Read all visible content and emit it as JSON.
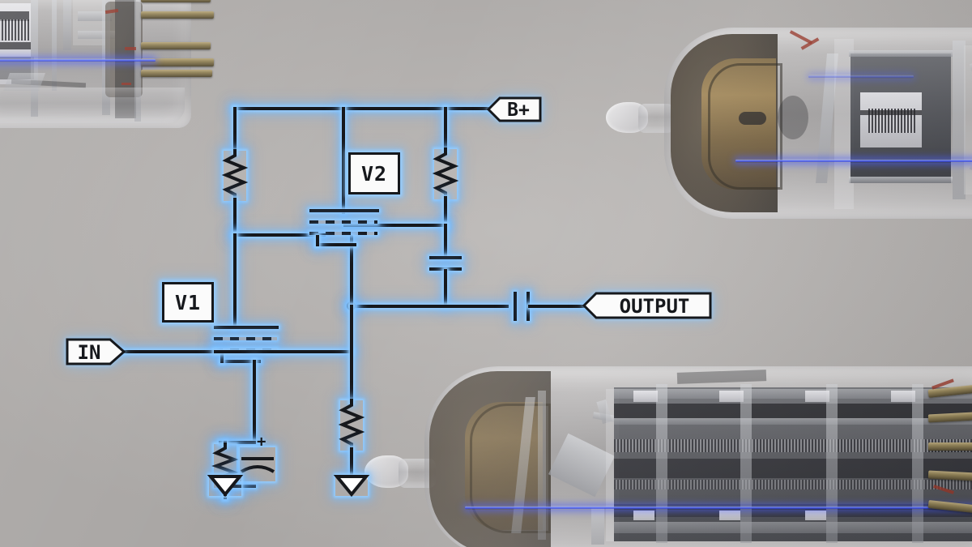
{
  "scene": {
    "title": "Two-stage vacuum tube amplifier schematic over tube photograph",
    "background_color": "#b6b3b1",
    "schematic_line_color": "#16181c",
    "schematic_glow_color": "#78bdff",
    "label_fill_color": "#fbfbfb"
  },
  "labels": {
    "b_plus": "B+",
    "output": "OUTPUT",
    "input": "IN",
    "v1": "V1",
    "v2": "V2"
  },
  "photo": {
    "tube_top_left": "vacuum-tube-socket-pins",
    "tube_top_right": "vacuum-tube-horizontal-getter",
    "tube_bottom": "vacuum-tube-horizontal-large",
    "beam_color": "#5a6bff"
  },
  "components": {
    "v1_plate_load_resistor": "resistor",
    "v2_grid_resistor": "resistor",
    "v2_plate_resistor": "resistor",
    "cathode_resistor": "resistor",
    "cathode_bypass_capacitor": "electrolytic-capacitor",
    "coupling_capacitor": "capacitor",
    "decoupling_capacitor": "capacitor",
    "ground_symbols": 2,
    "junction_dots": 1
  }
}
